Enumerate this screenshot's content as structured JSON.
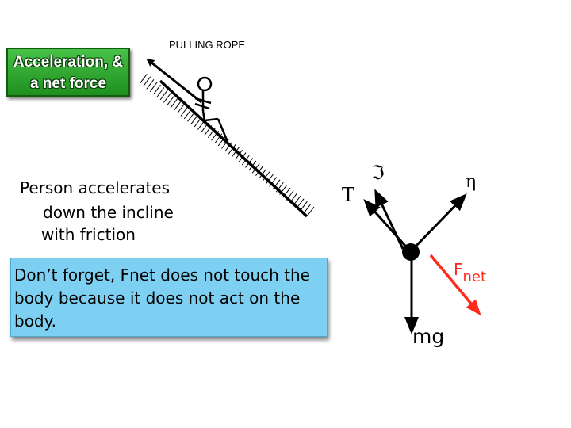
{
  "badge": {
    "line1": "Acceleration, &",
    "line2": "a net force"
  },
  "incline": {
    "rope_label": "PULLING ROPE"
  },
  "description": {
    "line1": "Person accelerates",
    "line2": "down the incline",
    "line3": "with friction"
  },
  "note": {
    "text": "Don’t forget, Fnet does not touch the body because it does not act on the body."
  },
  "fbd": {
    "tension_label": "T",
    "friction_label": "ℑ",
    "normal_label": "η",
    "weight_label": "mg",
    "net_force_label": "F",
    "net_force_subscript": "net"
  },
  "colors": {
    "net_force": "#ff2a1a",
    "badge_green": "#2ea82e",
    "note_blue": "#7dd0f2"
  }
}
